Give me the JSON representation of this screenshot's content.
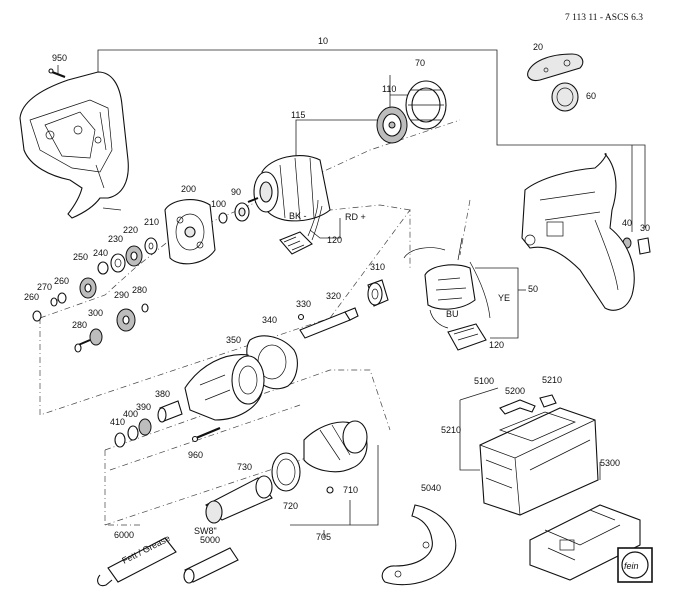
{
  "header": {
    "code": "7 113 11 - ASCS 6.3"
  },
  "wire_labels": {
    "bk": "BK -",
    "rd": "RD +",
    "ye": "YE",
    "bu": "BU"
  },
  "tube_label": "6000 Fett / Grease",
  "tube_text": "Fett / Grease",
  "sw_label": "SW8\"",
  "logo_text": "fein",
  "callouts": {
    "c950": "950",
    "c10": "10",
    "c20": "20",
    "c60": "60",
    "c70": "70",
    "c110": "110",
    "c115": "115",
    "c200": "200",
    "c90": "90",
    "c100": "100",
    "c210": "210",
    "c220": "220",
    "c230": "230",
    "c240": "240",
    "c250": "250",
    "c260a": "260",
    "c260b": "260",
    "c270": "270",
    "c280a": "280",
    "c280b": "280",
    "c290": "290",
    "c300": "300",
    "c120a": "120",
    "c120b": "120",
    "c310": "310",
    "c320": "320",
    "c330": "330",
    "c340": "340",
    "c350": "350",
    "c380": "380",
    "c390": "390",
    "c400": "400",
    "c410": "410",
    "c960": "960",
    "c730": "730",
    "c720": "720",
    "c710": "710",
    "c705": "705",
    "c6000": "6000",
    "c5000": "5000",
    "c5040": "5040",
    "c5100": "5100",
    "c5200": "5200",
    "c5210a": "5210",
    "c5210b": "5210",
    "c5300": "5300",
    "c50": "50",
    "c40": "40",
    "c30": "30"
  }
}
